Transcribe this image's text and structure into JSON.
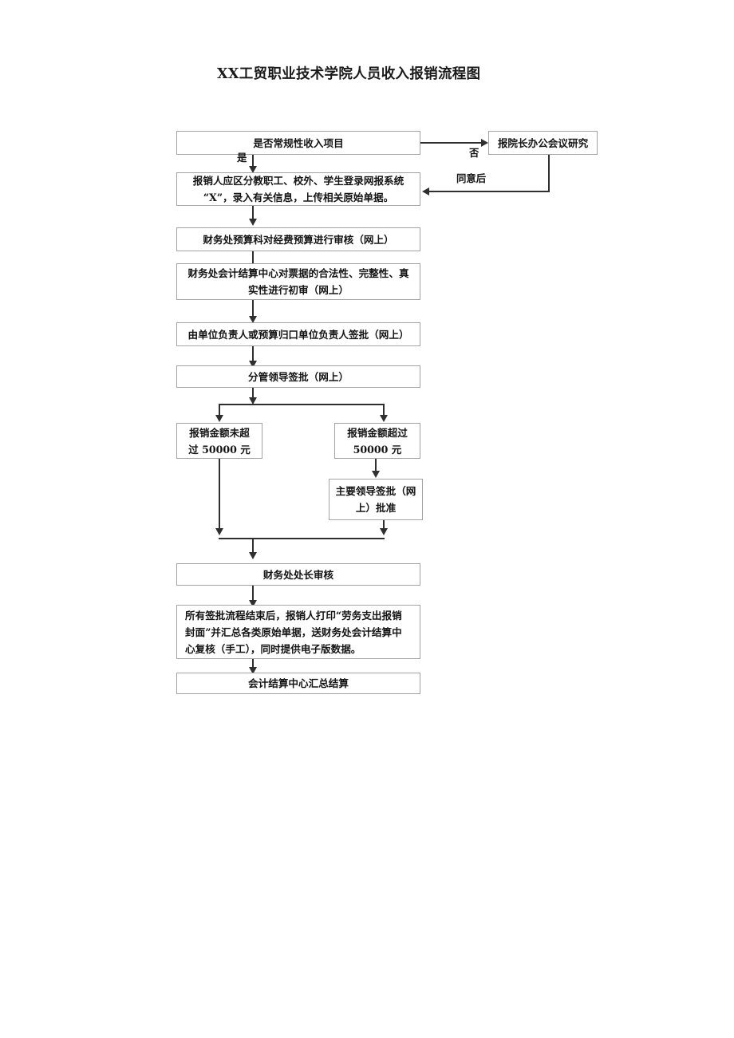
{
  "document": {
    "title": "XX工贸职业技术学院人员收入报销流程图"
  },
  "flow": {
    "nodes": [
      {
        "id": "n1",
        "label": "是否常规性收入项目"
      },
      {
        "id": "n2",
        "label": "报院长办公会议研究"
      },
      {
        "id": "n3",
        "label": "报销人应区分教职工、校外、学生登录网报系统\n“X”，录入有关信息，上传相关原始单据。"
      },
      {
        "id": "n4",
        "label": "财务处预算科对经费预算进行审核（网上）"
      },
      {
        "id": "n5",
        "label": "财务处会计结算中心对票据的合法性、完整性、真\n实性进行初审（网上）"
      },
      {
        "id": "n6",
        "label": "由单位负责人或预算归口单位负责人签批（网上）"
      },
      {
        "id": "n7",
        "label": "分管领导签批（网上）"
      },
      {
        "id": "n8",
        "label": "报销金额未超\n过 50000 元"
      },
      {
        "id": "n9",
        "label": "报销金额超过\n50000 元"
      },
      {
        "id": "n10",
        "label": "主要领导签批（网\n上）批准"
      },
      {
        "id": "n11",
        "label": "财务处处长审核"
      },
      {
        "id": "n12",
        "label": "所有签批流程结束后，报销人打印“劳务支出报销\n封面”并汇总各类原始单据，送财务处会计结算中\n心复核（手工），同时提供电子版数据。"
      },
      {
        "id": "n13",
        "label": "会计结算中心汇总结算"
      }
    ],
    "edge_labels": [
      {
        "id": "e_no",
        "label": "否"
      },
      {
        "id": "e_yes",
        "label": "是"
      },
      {
        "id": "e_agree",
        "label": "同意后"
      }
    ]
  },
  "colors": {
    "box_border": "#a3a3a3",
    "connector": "#2f2f2f",
    "text": "#141414",
    "page_background": "#ffffff"
  }
}
